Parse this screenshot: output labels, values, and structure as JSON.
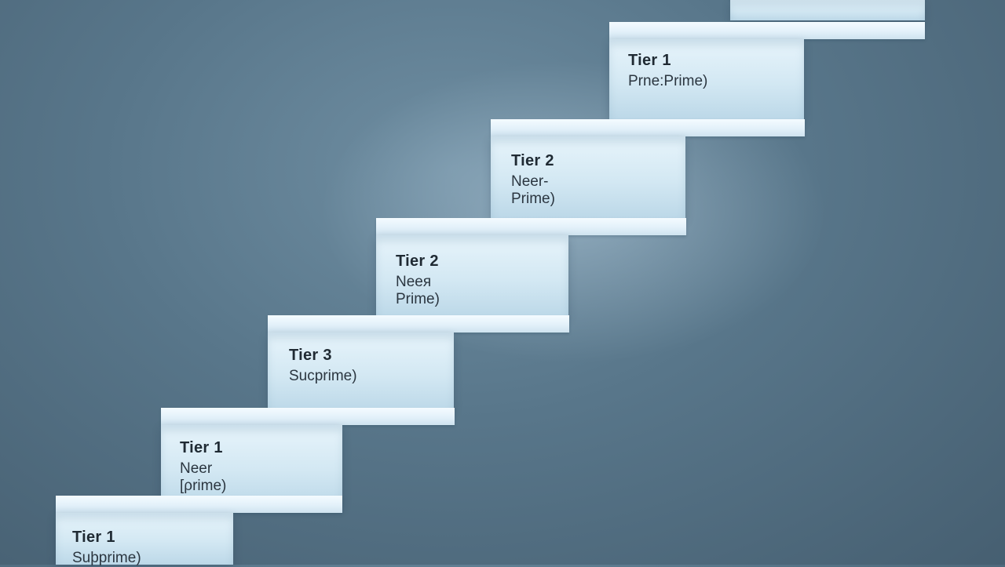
{
  "steps": [
    {
      "tier": "Tier 1",
      "sub": "Suþprime)"
    },
    {
      "tier": "Tier 1",
      "sub": "Neer [ρrime)"
    },
    {
      "tier": "Tier 3",
      "sub": "Sucprime)"
    },
    {
      "tier": "Tier 2",
      "sub": "Neeя Prime)"
    },
    {
      "tier": "Tier 2",
      "sub": "Neer-Prime)"
    },
    {
      "tier": "Tier 1",
      "sub": "Prne:Prime)"
    },
    {
      "tier": "",
      "sub": ""
    }
  ]
}
